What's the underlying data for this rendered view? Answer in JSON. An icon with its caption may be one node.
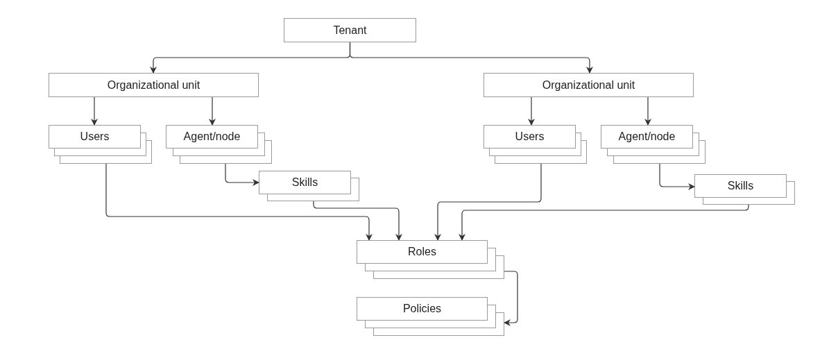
{
  "diagram": {
    "nodes": [
      {
        "text": [
          "Tenant"
        ]
      },
      {
        "text": [
          "Organizational unit"
        ]
      },
      {
        "text": [
          "Organizational unit"
        ]
      },
      {
        "text": [
          "Users"
        ]
      },
      {
        "text": [
          "Agent/node"
        ]
      },
      {
        "text": [
          "Users"
        ]
      },
      {
        "text": [
          "Agent/node"
        ]
      },
      {
        "text": [
          "Skills"
        ]
      },
      {
        "text": [
          "Skills"
        ]
      },
      {
        "text": [
          "Roles"
        ]
      },
      {
        "text": [
          "Policies"
        ]
      }
    ],
    "edges": [
      {
        "from": 0,
        "to": 1,
        "arrow": "to"
      },
      {
        "from": 0,
        "to": 2,
        "arrow": "to"
      },
      {
        "from": 1,
        "to": 3,
        "arrow": "to"
      },
      {
        "from": 1,
        "to": 4,
        "arrow": "to"
      },
      {
        "from": 4,
        "to": 7,
        "arrow": "to"
      },
      {
        "from": 3,
        "to": 9,
        "arrow": "to"
      },
      {
        "from": 7,
        "to": 9,
        "arrow": "to"
      },
      {
        "from": 5,
        "to": 9,
        "arrow": "to"
      },
      {
        "from": 8,
        "to": 9,
        "arrow": "to"
      },
      {
        "from": 2,
        "to": 5,
        "arrow": "to"
      },
      {
        "from": 2,
        "to": 6,
        "arrow": "to"
      },
      {
        "from": 6,
        "to": 8,
        "arrow": "to"
      },
      {
        "from": 9,
        "to": 10,
        "arrow": "to"
      }
    ]
  }
}
